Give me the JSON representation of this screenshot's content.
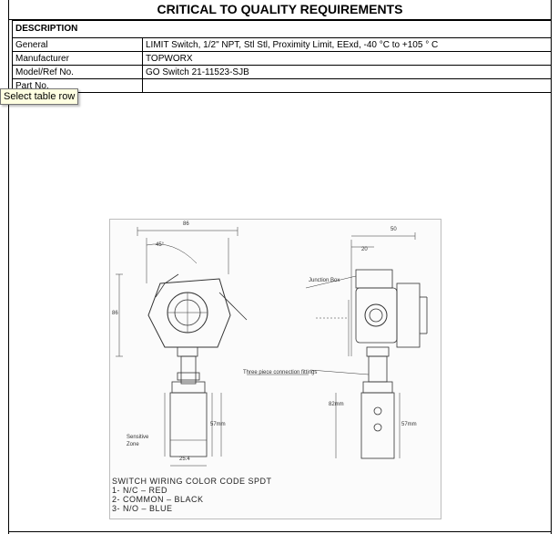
{
  "document": {
    "title": "CRITICAL TO QUALITY REQUIREMENTS",
    "table": {
      "header": "DESCRIPTION",
      "rows": [
        {
          "label": "General",
          "value": "LIMIT Switch, 1/2\" NPT, Stl Stl, Proximity Limit, EExd, -40 °C to +105 ° C"
        },
        {
          "label": "Manufacturer",
          "value": "TOPWORX"
        },
        {
          "label": "Model/Ref No.",
          "value": "GO Switch 21-11523-SJB"
        },
        {
          "label": "Part No.",
          "value": ""
        }
      ]
    },
    "tooltip": "Select table row"
  },
  "drawing": {
    "dim_top_left": "86",
    "dim_angle": "45°",
    "dim_left": "86",
    "dim_top_right": "50",
    "dim_right_small": "20",
    "label_junction_box": "Junction Box",
    "label_fittings": "Three piece connection fittings",
    "label_sensitive": "Sensitive",
    "label_zone": "Zone",
    "dim_bottom_left": "57mm",
    "dim_bottom_right": "57mm",
    "dim_width": "25.4",
    "dim_side": "82mm",
    "wiring": {
      "title": "SWITCH WIRING COLOR CODE SPDT",
      "lines": [
        "1- N/C – RED",
        "2- COMMON – BLACK",
        "3- N/O – BLUE"
      ]
    }
  }
}
